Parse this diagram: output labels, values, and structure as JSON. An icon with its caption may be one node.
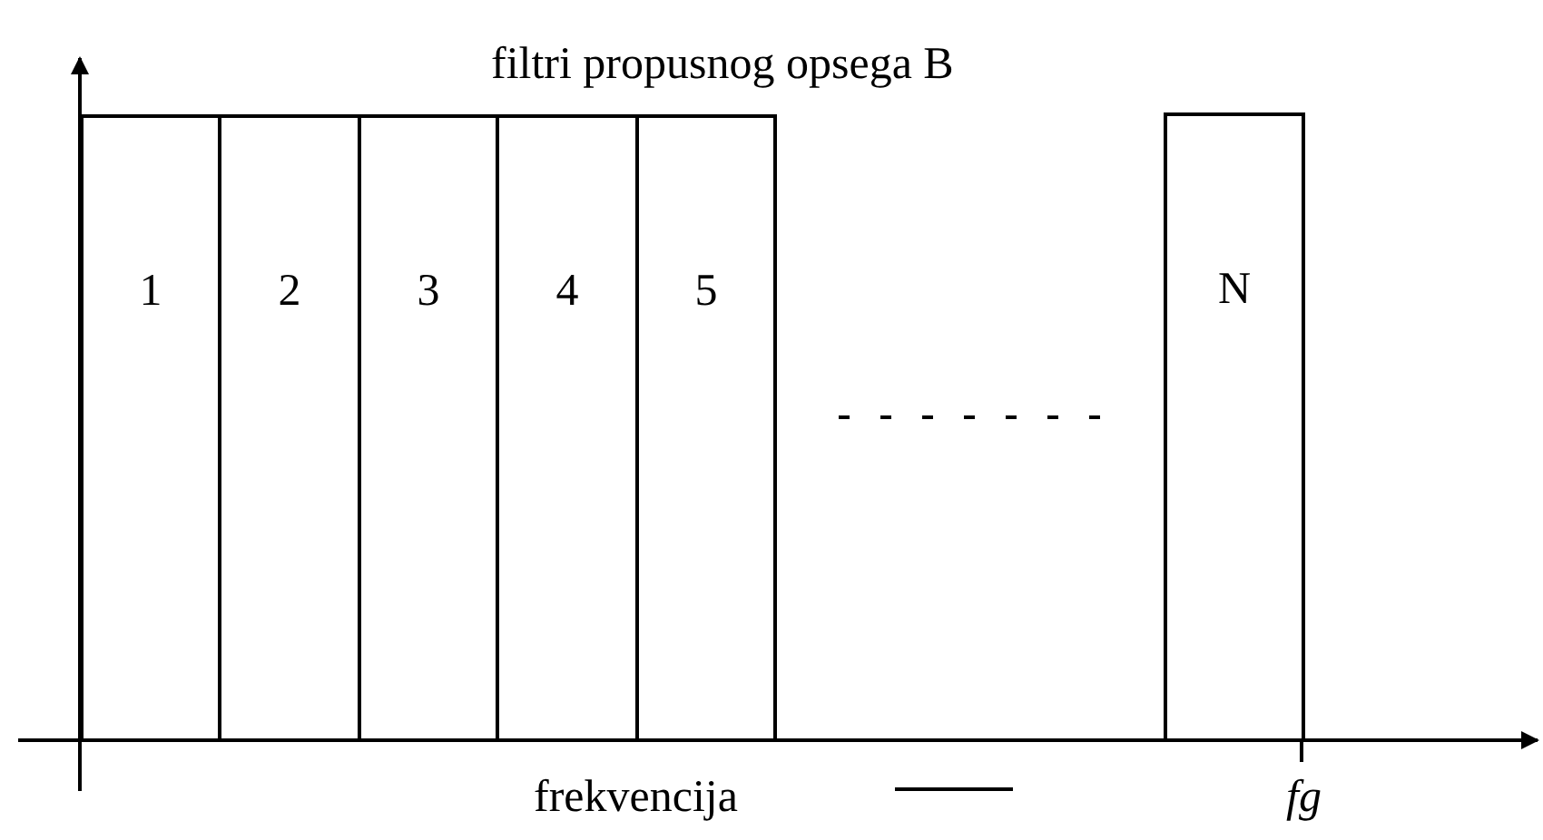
{
  "diagram": {
    "title": "filtri propusnog opsega B",
    "nodes": [
      {
        "text": [
          "1"
        ]
      },
      {
        "text": [
          "2"
        ]
      },
      {
        "text": [
          "3"
        ]
      },
      {
        "text": [
          "4"
        ]
      },
      {
        "text": [
          "5"
        ]
      },
      {
        "text": [
          "N"
        ]
      }
    ],
    "labels": [
      "frekvencija",
      "fg"
    ]
  }
}
